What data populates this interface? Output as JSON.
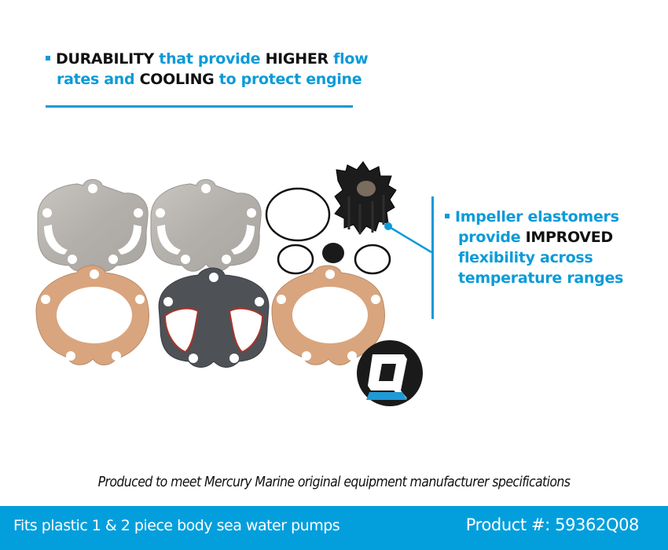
{
  "callouts": {
    "top": {
      "line1": [
        {
          "text": "DURABILITY",
          "style": "dark"
        },
        {
          "text": " that provide ",
          "style": "blue"
        },
        {
          "text": "HIGHER",
          "style": "dark"
        },
        {
          "text": " flow",
          "style": "blue"
        }
      ],
      "line2": [
        {
          "text": "rates and ",
          "style": "blue"
        },
        {
          "text": "COOLING",
          "style": "dark"
        },
        {
          "text": " to protect engine",
          "style": "blue"
        }
      ]
    },
    "right": {
      "line1": "Impeller elastomers",
      "line2_a": "provide ",
      "line2_b": "IMPROVED",
      "line3": "flexibility across",
      "line4": "temperature ranges"
    }
  },
  "product_image": {
    "parts": [
      "steel-plate",
      "steel-plate",
      "paper-gasket",
      "rubber-sealed-gasket",
      "paper-gasket",
      "large-o-ring",
      "small-o-ring",
      "small-o-ring",
      "rubber-seal-disc",
      "impeller"
    ],
    "logo": "Q"
  },
  "tagline": "Produced to meet Mercury Marine original equipment manufacturer specifications",
  "footer": {
    "fits": "Fits plastic 1 & 2 piece body sea water pumps",
    "product_number": "Product #: 59362Q08"
  },
  "colors": {
    "accent": "#0b9bd9",
    "footer_bg": "#039fdc",
    "text_dark": "#111111"
  }
}
